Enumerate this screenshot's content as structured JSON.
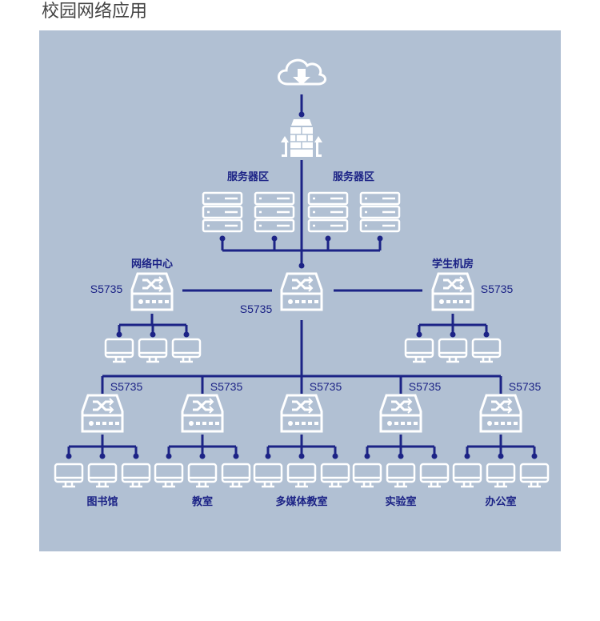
{
  "title": "校园网络应用",
  "server_zone_labels": [
    "服务器区",
    "服务器区"
  ],
  "core": {
    "model": "S5735"
  },
  "left_branch": {
    "name": "网络中心",
    "model": "S5735"
  },
  "right_branch": {
    "name": "学生机房",
    "model": "S5735"
  },
  "access": [
    {
      "name": "图书馆",
      "model": "S5735"
    },
    {
      "name": "教室",
      "model": "S5735"
    },
    {
      "name": "多媒体教室",
      "model": "S5735"
    },
    {
      "name": "实验室",
      "model": "S5735"
    },
    {
      "name": "办公室",
      "model": "S5735"
    }
  ],
  "colors": {
    "panel": "#b1c0d3",
    "line": "#1c2386",
    "icon": "#ffffff"
  }
}
